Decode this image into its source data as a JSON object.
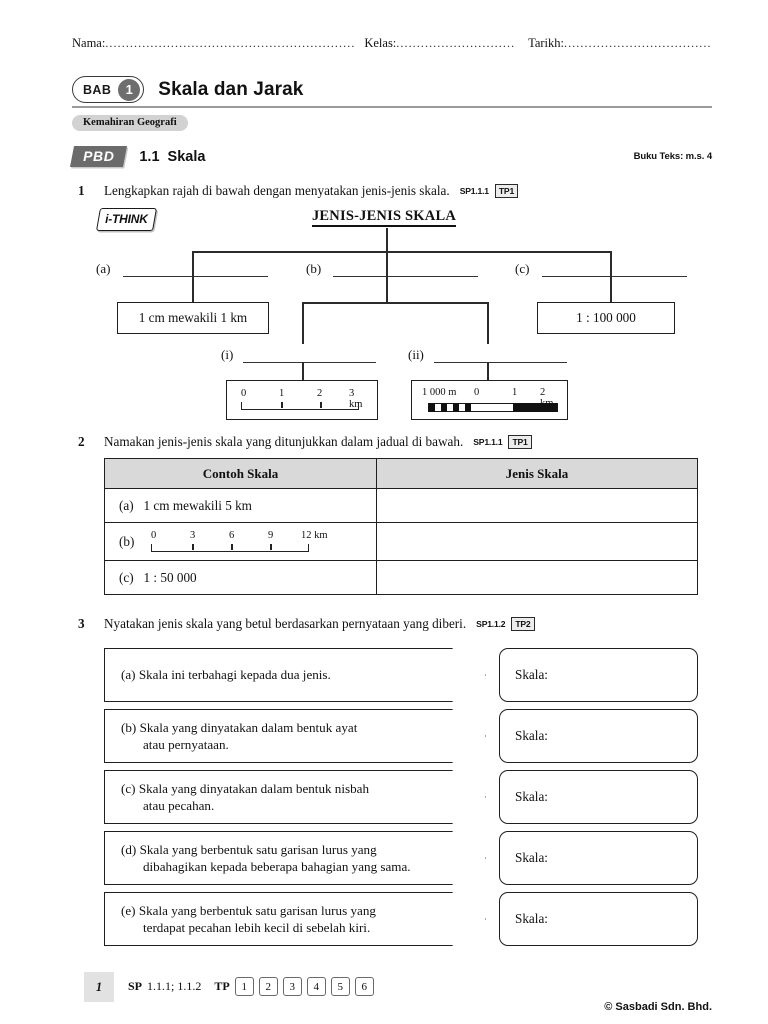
{
  "header": {
    "name_label": "Nama:",
    "class_label": "Kelas:",
    "date_label": "Tarikh:",
    "dots": "..........................................................................................................",
    "bab_label": "BAB",
    "bab_number": "1",
    "chapter_title": "Skala dan Jarak",
    "skill_chip": "Kemahiran Geografi",
    "pbd_badge": "PBD",
    "section_number": "1.1",
    "section_title": "Skala",
    "textbook_ref": "Buku Teks: m.s. 4"
  },
  "q1": {
    "number": "1",
    "text": "Lengkapkan rajah di bawah dengan menyatakan jenis-jenis skala.",
    "sp": "SP1.1.1",
    "tp": "TP1",
    "ithink_logo": "i-THINK",
    "diagram_title": "JENIS-JENIS SKALA",
    "branch_a": "(a)",
    "branch_b": "(b)",
    "branch_c": "(c)",
    "branch_i": "(i)",
    "branch_ii": "(ii)",
    "box_a": "1 cm mewakili 1 km",
    "box_c": "1 : 100 000",
    "scale_i": {
      "ticks": [
        "0",
        "1",
        "2",
        "3 km"
      ]
    },
    "scale_ii": {
      "left_label": "1 000 m",
      "ticks": [
        "0",
        "1",
        "2 km"
      ]
    }
  },
  "q2": {
    "number": "2",
    "text": "Namakan jenis-jenis skala yang ditunjukkan dalam jadual di bawah.",
    "sp": "SP1.1.1",
    "tp": "TP1",
    "columns": [
      "Contoh Skala",
      "Jenis Skala"
    ],
    "rows": [
      {
        "label": "(a)",
        "value": "1 cm mewakili 5 km",
        "answer": ""
      },
      {
        "label": "(b)",
        "value": "",
        "answer": "",
        "scale_ticks": [
          "0",
          "3",
          "6",
          "9",
          "12 km"
        ]
      },
      {
        "label": "(c)",
        "value": "1 : 50 000",
        "answer": ""
      }
    ]
  },
  "q3": {
    "number": "3",
    "text": "Nyatakan jenis skala yang betul berdasarkan pernyataan yang diberi.",
    "sp": "SP1.1.2",
    "tp": "TP2",
    "answer_label": "Skala:",
    "items": [
      {
        "label": "(a)",
        "line1": "Skala ini terbahagi kepada dua jenis.",
        "line2": ""
      },
      {
        "label": "(b)",
        "line1": "Skala yang dinyatakan dalam bentuk ayat",
        "line2": "atau pernyataan."
      },
      {
        "label": "(c)",
        "line1": "Skala yang dinyatakan dalam bentuk nisbah",
        "line2": "atau pecahan."
      },
      {
        "label": "(d)",
        "line1": "Skala yang berbentuk satu garisan lurus yang",
        "line2": "dibahagikan kepada beberapa bahagian yang sama."
      },
      {
        "label": "(e)",
        "line1": "Skala yang berbentuk satu garisan lurus yang",
        "line2": "terdapat pecahan lebih kecil di sebelah kiri."
      }
    ]
  },
  "footer": {
    "page_number": "1",
    "sp_label": "SP",
    "sp_values": "1.1.1; 1.1.2",
    "tp_label": "TP",
    "tp_boxes": [
      "1",
      "2",
      "3",
      "4",
      "5",
      "6"
    ],
    "copyright": "© Sasbadi Sdn. Bhd."
  }
}
